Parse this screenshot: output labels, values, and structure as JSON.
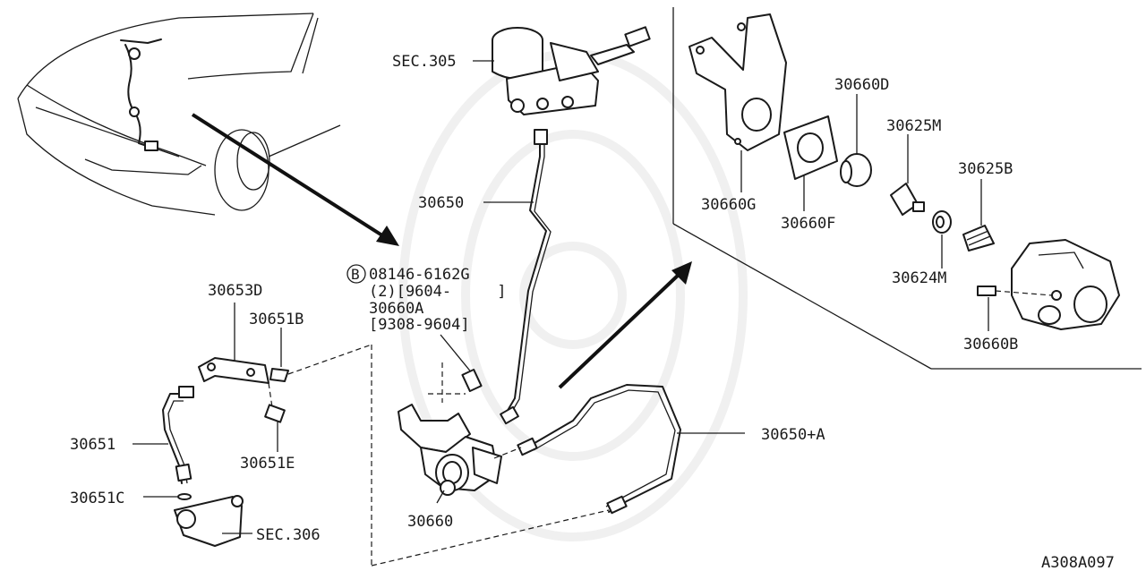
{
  "diagram_id": "A308A097",
  "section_refs": {
    "upper": "SEC.305",
    "lower": "SEC.306"
  },
  "bolt_callout": {
    "symbol": "B",
    "part_number": "08146-6162G",
    "line2": "(2)[9604-     ]",
    "line3": "30660A",
    "line4": "[9308-9604]"
  },
  "parts": {
    "p30650": "30650",
    "p30650A": "30650+A",
    "p30653D": "30653D",
    "p30651B": "30651B",
    "p30651": "30651",
    "p30651E": "30651E",
    "p30651C": "30651C",
    "p30660": "30660",
    "p30660D": "30660D",
    "p30625M": "30625M",
    "p30625B": "30625B",
    "p30660G": "30660G",
    "p30660F": "30660F",
    "p30624M": "30624M",
    "p30660B": "30660B"
  }
}
